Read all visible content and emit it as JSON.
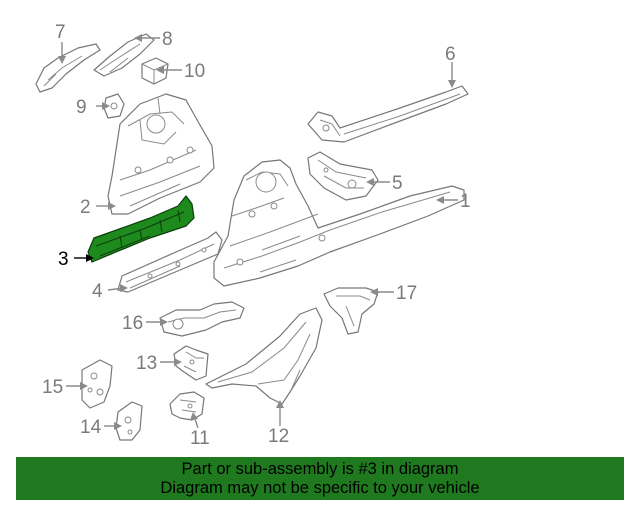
{
  "callouts": {
    "c1": "1",
    "c2": "2",
    "c3": "3",
    "c4": "4",
    "c5": "5",
    "c6": "6",
    "c7": "7",
    "c8": "8",
    "c9": "9",
    "c10": "10",
    "c11": "11",
    "c12": "12",
    "c13": "13",
    "c14": "14",
    "c15": "15",
    "c16": "16",
    "c17": "17"
  },
  "highlighted_part": "3",
  "colors": {
    "highlight": "#1e8a1e",
    "banner": "#1f7a1f",
    "lines": "#777777"
  },
  "banner": {
    "line1": "Part or sub-assembly is #3 in diagram",
    "line2": "Diagram may not be specific to your vehicle"
  }
}
